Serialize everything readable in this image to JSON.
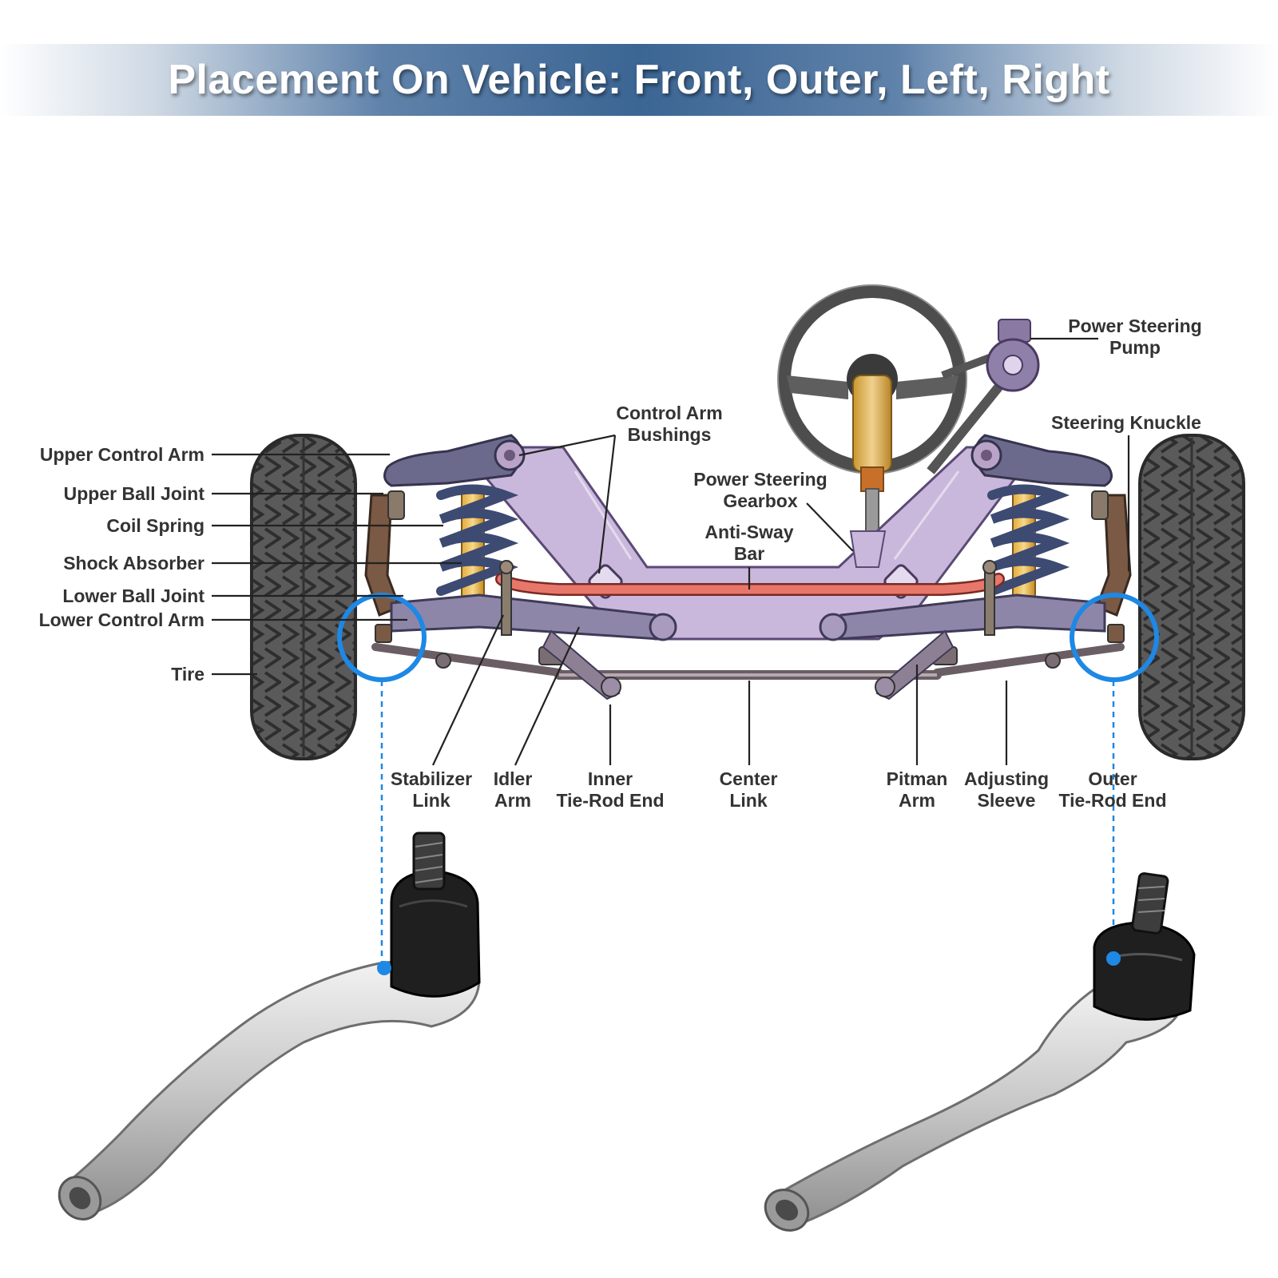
{
  "banner": {
    "title": "Placement On Vehicle: Front, Outer, Left, Right"
  },
  "labels": {
    "upper_control_arm": "Upper Control Arm",
    "upper_ball_joint": "Upper Ball Joint",
    "coil_spring": "Coil Spring",
    "shock_absorber": "Shock Absorber",
    "lower_ball_joint": "Lower Ball Joint",
    "lower_control_arm": "Lower Control Arm",
    "tire": "Tire",
    "control_arm_bushings": [
      "Control Arm",
      "Bushings"
    ],
    "power_steering_gearbox": [
      "Power Steering",
      "Gearbox"
    ],
    "anti_sway_bar": [
      "Anti-Sway",
      "Bar"
    ],
    "power_steering_pump": [
      "Power Steering",
      "Pump"
    ],
    "steering_knuckle": "Steering Knuckle",
    "stabilizer_link": [
      "Stabilizer",
      "Link"
    ],
    "idler_arm": [
      "Idler",
      "Arm"
    ],
    "inner_tie_rod_end": [
      "Inner",
      "Tie-Rod End"
    ],
    "center_link": [
      "Center",
      "Link"
    ],
    "pitman_arm": [
      "Pitman",
      "Arm"
    ],
    "adjusting_sleeve": [
      "Adjusting",
      "Sleeve"
    ],
    "outer_tie_rod_end": [
      "Outer",
      "Tie-Rod End"
    ]
  },
  "colors": {
    "banner_blue": "#3b6593",
    "highlight_blue": "#1e88e5",
    "frame_lavender": "#c9b8dc",
    "sway_bar_red": "#e8776b",
    "tire_gray": "#555555",
    "label_text": "#333333"
  }
}
